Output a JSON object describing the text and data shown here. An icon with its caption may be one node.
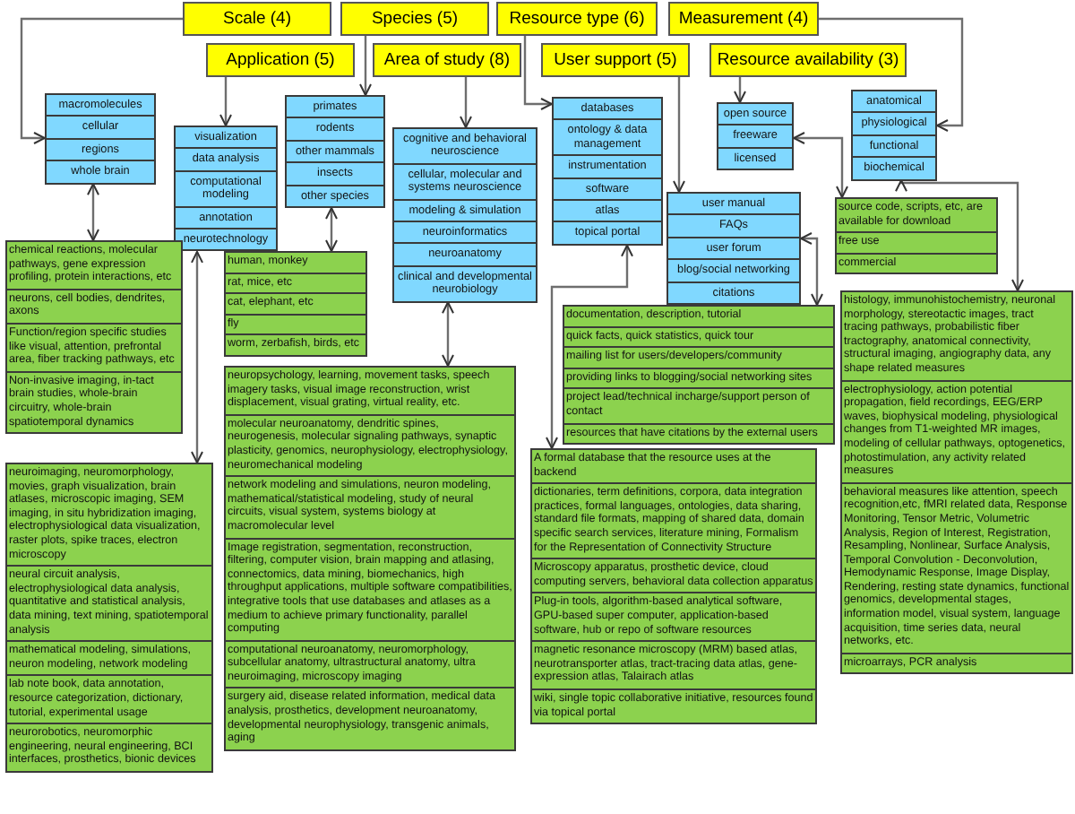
{
  "diagram": {
    "nodes": [
      {
        "text": [
          "Scale (4)"
        ]
      },
      {
        "text": [
          "Species (5)"
        ]
      },
      {
        "text": [
          "Resource type (6)"
        ]
      },
      {
        "text": [
          "Measurement (4)"
        ]
      },
      {
        "text": [
          "Application (5)"
        ]
      },
      {
        "text": [
          "Area of study (8)"
        ]
      },
      {
        "text": [
          "User support (5)"
        ]
      },
      {
        "text": [
          "Resource availability (3)"
        ]
      },
      {
        "text": [
          "macromolecules",
          "cellular",
          "regions",
          "whole brain"
        ]
      },
      {
        "text": [
          "visualization",
          "data analysis",
          "computational modeling",
          "annotation",
          "neurotechnology"
        ]
      },
      {
        "text": [
          "primates",
          "rodents",
          "other mammals",
          "insects",
          "other species"
        ]
      },
      {
        "text": [
          "cognitive and behavioral neuroscience",
          "cellular, molecular and systems neuroscience",
          "modeling & simulation",
          "neuroinformatics",
          "neuroanatomy",
          "clinical and developmental neurobiology"
        ]
      },
      {
        "text": [
          "databases",
          "ontology & data management",
          "instrumentation",
          "software",
          "atlas",
          "topical portal"
        ]
      },
      {
        "text": [
          "user manual",
          "FAQs",
          "user forum",
          "blog/social networking",
          "citations"
        ]
      },
      {
        "text": [
          "open source",
          "freeware",
          "licensed"
        ]
      },
      {
        "text": [
          "anatomical",
          "physiological",
          "functional",
          "biochemical"
        ]
      },
      {
        "text": [
          "chemical reactions, molecular pathways, gene expression profiling, protein interactions, etc",
          "neurons, cell bodies, dendrites, axons",
          "Function/region specific studies like visual, attention, prefrontal area, fiber tracking pathways, etc",
          "Non-invasive imaging, in-tact brain studies, whole-brain circuitry, whole-brain spatiotemporal dynamics"
        ]
      },
      {
        "text": [
          "neuroimaging, neuromorphology, movies, graph visualization, brain atlases, microscopic imaging, SEM imaging, in situ hybridization imaging, electrophysiological data visualization, raster plots, spike traces, electron microscopy",
          "neural circuit analysis, electrophysiological data analysis, quantitative and statistical analysis, data mining, text mining, spatiotemporal analysis",
          "mathematical modeling, simulations, neuron modeling, network modeling",
          "lab note book, data annotation, resource categorization, dictionary, tutorial, experimental usage",
          "neurorobotics, neuromorphic engineering, neural engineering, BCI interfaces, prosthetics, bionic devices"
        ]
      },
      {
        "text": [
          "human, monkey",
          "rat, mice, etc",
          "cat, elephant, etc",
          "fly",
          "worm, zerbafish, birds, etc"
        ]
      },
      {
        "text": [
          "neuropsychology, learning, movement tasks, speech imagery tasks, visual image reconstruction, wrist displacement, visual grating, virtual reality, etc.",
          "molecular neuroanatomy, dendritic spines, neurogenesis, molecular signaling pathways, synaptic plasticity, genomics, neurophysiology, electrophysiology, neuromechanical modeling",
          "network modeling and simulations, neuron modeling, mathematical/statistical modeling, study of neural circuits, visual system, systems biology at macromolecular level",
          "Image registration, segmentation, reconstruction, filtering, computer vision, brain mapping and atlasing, connectomics, data mining, biomechanics, high throughput applications, multiple software compatibilities, integrative tools that use databases and atlases as a medium to achieve primary functionality, parallel computing",
          "computational neuroanatomy, neuromorphology, subcellular anatomy, ultrastructural anatomy, ultra neuroimaging, microscopy imaging",
          "surgery aid, disease related information, medical data analysis, prosthetics, development neuroanatomy, developmental neurophysiology, transgenic animals, aging"
        ]
      },
      {
        "text": [
          "A formal database that the resource uses at the backend",
          "dictionaries, term definitions, corpora, data integration practices, formal languages, ontologies, data sharing, standard file formats, mapping of shared data, domain specific search services, literature mining, Formalism for the Representation of Connectivity Structure",
          "Microscopy apparatus, prosthetic device, cloud computing servers, behavioral data collection apparatus",
          "Plug-in tools, algorithm-based analytical software, GPU-based super computer, application-based software, hub or repo of software resources",
          "magnetic resonance microscopy (MRM) based atlas, neurotransporter atlas, tract-tracing data atlas, gene-expression atlas, Talairach atlas",
          "wiki, single topic collaborative initiative, resources found via topical portal"
        ]
      },
      {
        "text": [
          "documentation, description, tutorial",
          "quick facts, quick statistics, quick tour",
          "mailing list for users/developers/community",
          "providing links to blogging/social networking sites",
          "project lead/technical incharge/support person of contact",
          "resources that have citations by the external users"
        ]
      },
      {
        "text": [
          "source code, scripts, etc, are available for download",
          "free use",
          "commercial"
        ]
      },
      {
        "text": [
          "histology, immunohistochemistry, neuronal morphology, stereotactic images, tract tracing pathways, probabilistic fiber tractography, anatomical connectivity, structural imaging, angiography data, any shape related measures",
          "electrophysiology, action potential propagation, field recordings, EEG/ERP waves, biophysical modeling, physiological changes from T1-weighted MR images, modeling of cellular pathways, optogenetics, photostimulation, any activity related measures",
          "behavioral measures like attention, speech recognition,etc, fMRI related data, Response Monitoring, Tensor Metric, Volumetric Analysis, Region of Interest, Registration, Resampling, Nonlinear, Surface Analysis, Temporal Convolution - Deconvolution, Hemodynamic Response, Image Display, Rendering, resting state dynamics, functional genomics, developmental stages, information model, visual system, language acquisition, time series data, neural networks, etc.",
          "microarrays, PCR analysis"
        ]
      }
    ],
    "edges": [
      {
        "from": 0,
        "to": 8,
        "arrow": "to"
      },
      {
        "from": 1,
        "to": 10,
        "arrow": "to"
      },
      {
        "from": 2,
        "to": 12,
        "arrow": "to"
      },
      {
        "from": 3,
        "to": 15,
        "arrow": "to"
      },
      {
        "from": 4,
        "to": 9,
        "arrow": "to"
      },
      {
        "from": 5,
        "to": 11,
        "arrow": "to"
      },
      {
        "from": 6,
        "to": 13,
        "arrow": "to"
      },
      {
        "from": 7,
        "to": 14,
        "arrow": "to"
      },
      {
        "from": 8,
        "to": 16,
        "arrow": "both"
      },
      {
        "from": 9,
        "to": 17,
        "arrow": "both"
      },
      {
        "from": 10,
        "to": 18,
        "arrow": "both"
      },
      {
        "from": 11,
        "to": 19,
        "arrow": "both"
      },
      {
        "from": 12,
        "to": 20,
        "arrow": "both"
      },
      {
        "from": 13,
        "to": 21,
        "arrow": "both"
      },
      {
        "from": 14,
        "to": 22,
        "arrow": "both"
      },
      {
        "from": 15,
        "to": 23,
        "arrow": "both"
      }
    ]
  }
}
